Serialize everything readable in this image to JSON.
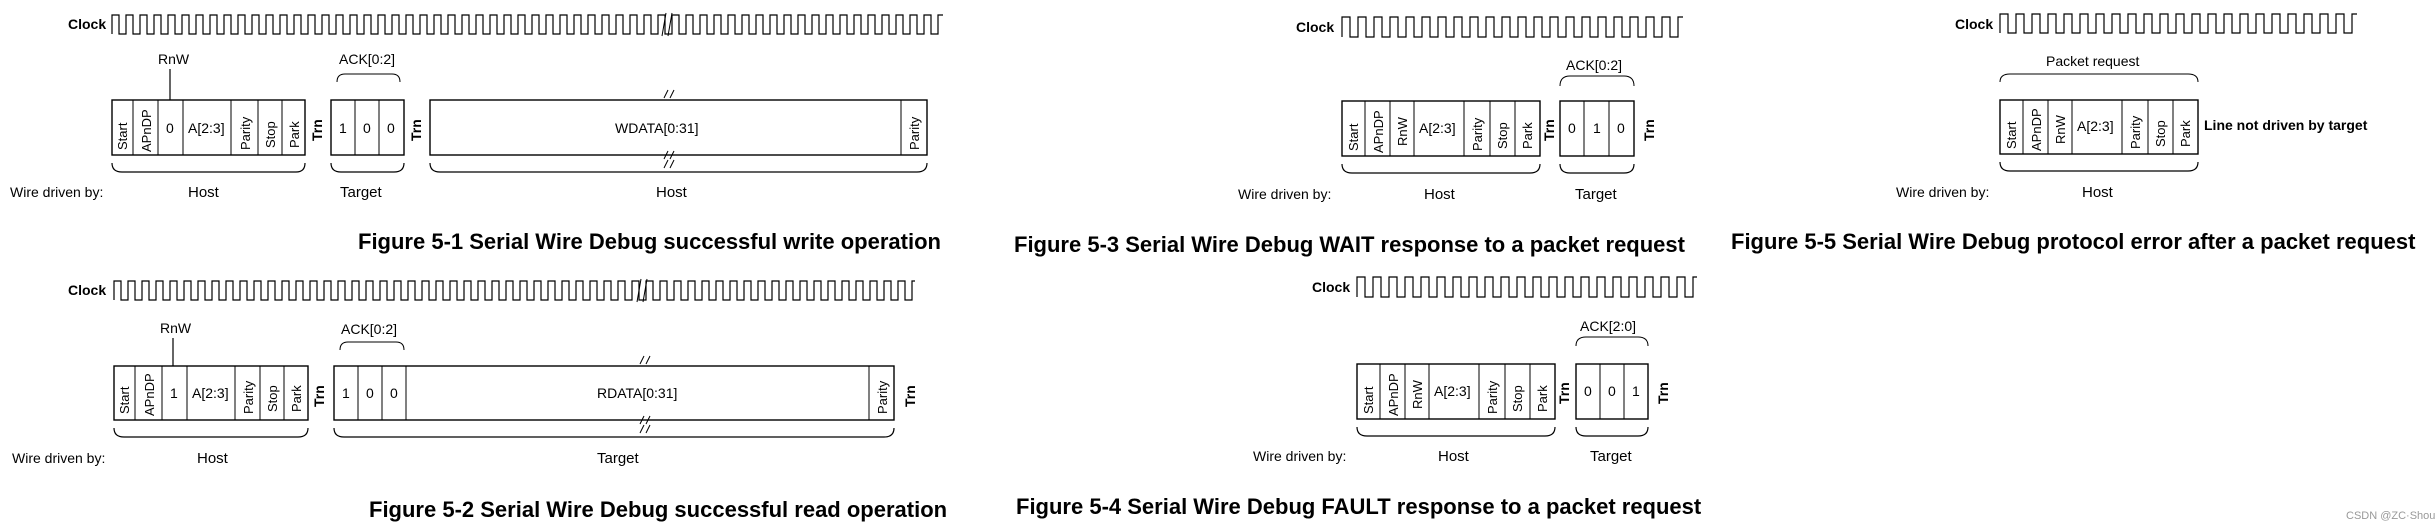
{
  "clock_label": "Clock",
  "wire_driven_label": "Wire driven by:",
  "host_label": "Host",
  "target_label": "Target",
  "turnaround_label": "Trn",
  "fields": {
    "start": "Start",
    "apndp": "APnDP",
    "rnw": "RnW",
    "addr": "A[2:3]",
    "parity": "Parity",
    "stop": "Stop",
    "park": "Park"
  },
  "figures": {
    "fig1": {
      "caption": "Figure 5-1 Serial Wire Debug successful write operation",
      "rnw_value": "0",
      "ack_label": "ACK[0:2]",
      "ack_bits": [
        "1",
        "0",
        "0"
      ],
      "data_label": "WDATA[0:31]"
    },
    "fig2": {
      "caption": "Figure 5-2 Serial Wire Debug successful read operation",
      "rnw_value": "1",
      "ack_label": "ACK[0:2]",
      "ack_bits": [
        "1",
        "0",
        "0"
      ],
      "data_label": "RDATA[0:31]"
    },
    "fig3": {
      "caption": "Figure 5-3 Serial Wire Debug WAIT response to a packet request",
      "ack_label": "ACK[0:2]",
      "ack_bits": [
        "0",
        "1",
        "0"
      ]
    },
    "fig4": {
      "caption": "Figure 5-4 Serial Wire Debug FAULT response to a packet request",
      "ack_label": "ACK[2:0]",
      "ack_bits": [
        "0",
        "0",
        "1"
      ]
    },
    "fig5": {
      "caption": "Figure 5-5 Serial Wire Debug protocol error after a packet request",
      "packet_request_label": "Packet request",
      "not_driven_label": "Line not driven by target"
    }
  },
  "watermark": "CSDN @ZC·Shou"
}
